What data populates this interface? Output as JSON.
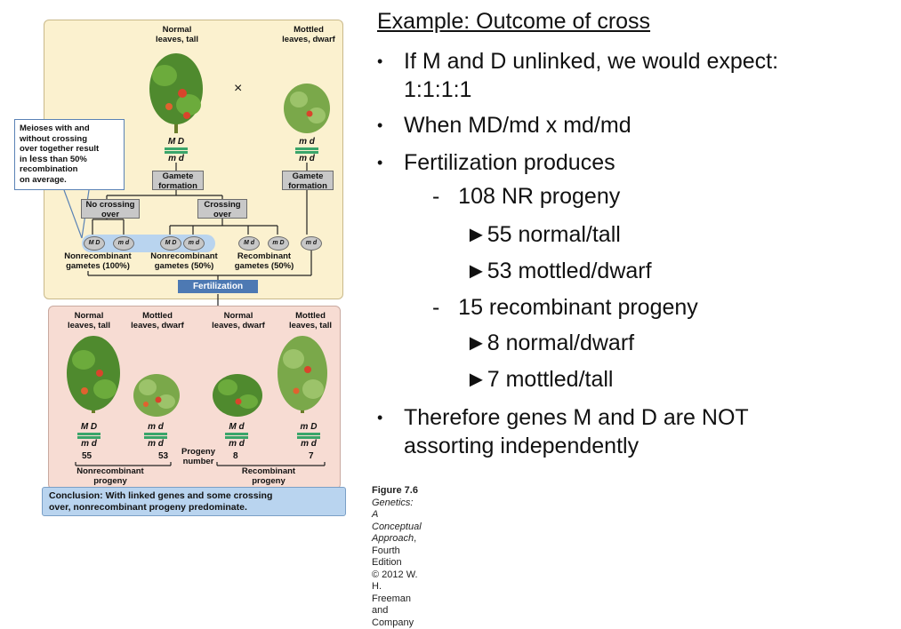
{
  "figure": {
    "top_panel": {
      "parent_left_label": "Normal\nleaves, tall",
      "parent_right_label": "Mottled\nleaves, dwarf",
      "cross_symbol": "×",
      "parent_left_genotype": {
        "top": "M  D",
        "bottom": "m  d"
      },
      "parent_right_genotype": {
        "top": "m  d",
        "bottom": "m  d"
      },
      "gamete_formation": "Gamete\nformation",
      "callout": [
        "Meioses with and",
        "without crossing",
        "over together result",
        "in",
        "less",
        "than 50%",
        "recombination",
        "on average."
      ],
      "no_crossing_over": "No crossing\nover",
      "crossing_over": "Crossing\nover",
      "gametes": [
        "M D",
        "m d",
        "M D",
        "m d",
        "M d",
        "m D",
        "m d"
      ],
      "nonrecombinant_100": "Nonrecombinant\ngametes (100%)",
      "nonrecombinant_50": "Nonrecombinant\ngametes (50%)",
      "recombinant_50": "Recombinant\ngametes (50%)",
      "fertilization": "Fertilization"
    },
    "bottom_panel": {
      "labels": [
        "Normal\nleaves, tall",
        "Mottled\nleaves, dwarf",
        "Normal\nleaves, dwarf",
        "Mottled\nleaves, tall"
      ],
      "genotypes": [
        {
          "top": "M  D",
          "bottom": "m  d"
        },
        {
          "top": "m  d",
          "bottom": "m  d"
        },
        {
          "top": "M  d",
          "bottom": "m  d"
        },
        {
          "top": "m  D",
          "bottom": "m  d"
        }
      ],
      "counts": [
        "55",
        "53",
        "8",
        "7"
      ],
      "progeny_number": "Progeny\nnumber",
      "nonrecombinant_progeny": "Nonrecombinant\nprogeny",
      "recombinant_progeny": "Recombinant\nprogeny"
    },
    "conclusion": "Conclusion: With linked genes and some crossing\nover, nonrecombinant progeny predominate.",
    "caption": {
      "figure": "Figure 7.6",
      "book": "Genetics: A Conceptual Approach",
      "edition": ", Fourth Edition",
      "copyright": "© 2012 W. H. Freeman and Company"
    }
  },
  "slide": {
    "heading": "Example: Outcome of cross",
    "bullet1_line1": "If M and D unlinked, we would expect:",
    "bullet1_line2": "1:1:1:1",
    "bullet2": "When MD/md x md/md",
    "bullet3": "Fertilization produces",
    "sub1": "108 NR progeny",
    "sub1a": "►55 normal/tall",
    "sub1b": "►53 mottled/dwarf",
    "sub2": "15 recombinant progeny",
    "sub2a": "►8 normal/dwarf",
    "sub2b": "►7 mottled/tall",
    "bullet4_line1": "Therefore genes M and D are NOT",
    "bullet4_line2": "assorting independently",
    "bullet_marker": "•",
    "dash_marker": "-"
  }
}
